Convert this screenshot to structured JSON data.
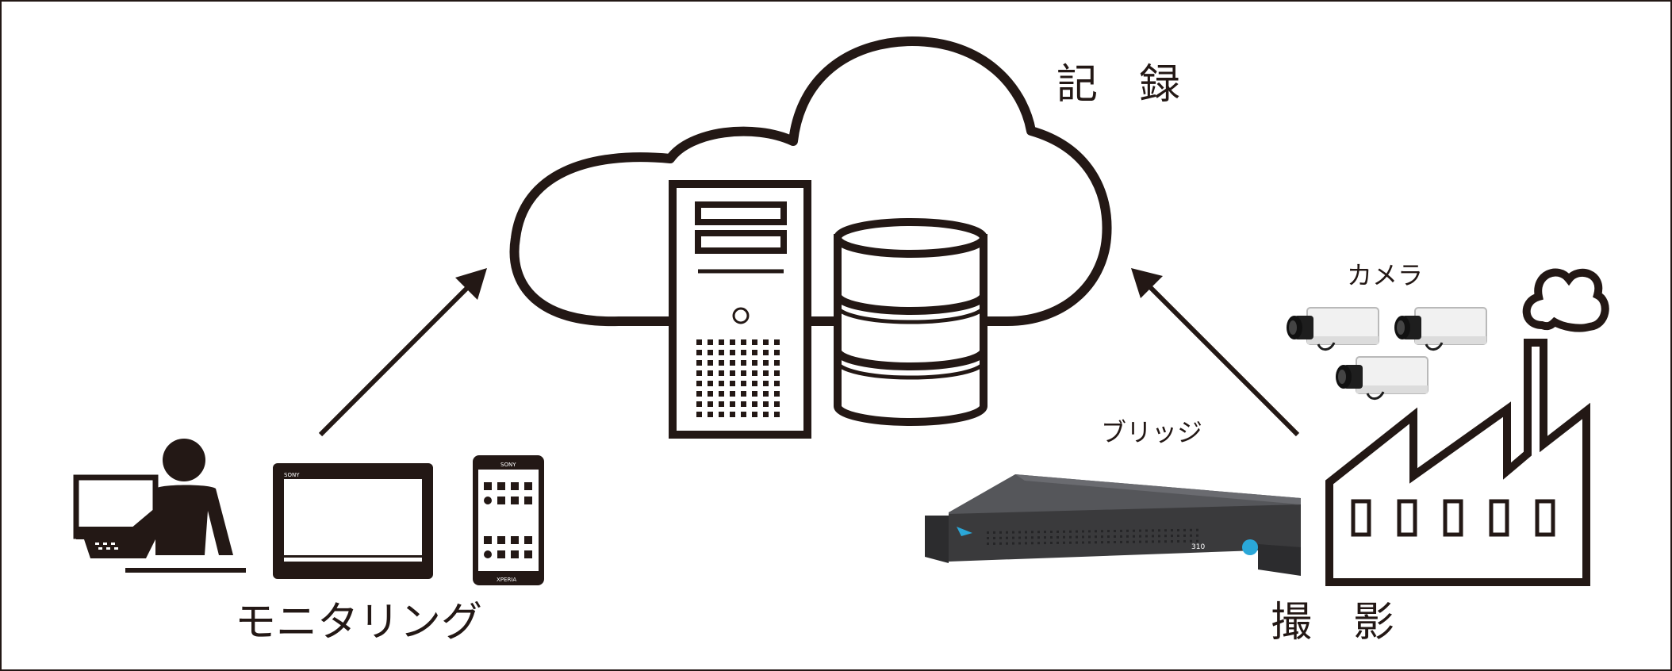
{
  "labels": {
    "recording": "記　録",
    "camera": "カメラ",
    "bridge": "ブリッジ",
    "monitoring": "モニタリング",
    "shooting": "撮　影"
  },
  "device_text": {
    "tablet_brand": "SONY",
    "phone_brand": "SONY",
    "phone_model": "XPERIA",
    "bridge_model": "310"
  },
  "colors": {
    "ink": "#231815",
    "background": "#ffffff",
    "bridge_body": "#3a3a3c",
    "bridge_led": "#2aa7d8"
  }
}
